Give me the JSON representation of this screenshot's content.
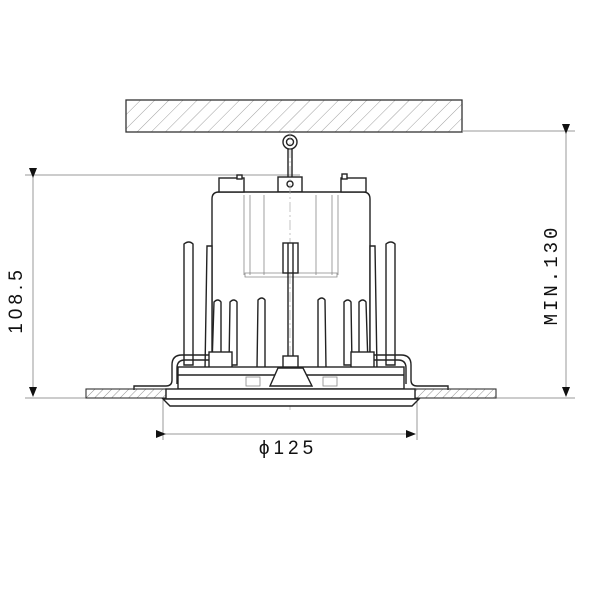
{
  "drawing": {
    "title": "Recessed downlight installation section",
    "colors": {
      "line": "#222222",
      "dimension": "#9a9a9a",
      "background": "#ffffff"
    },
    "dimensions": {
      "height": {
        "label": "108.5",
        "orientation": "vertical",
        "side": "left"
      },
      "clearance": {
        "label": "MIN.130",
        "orientation": "vertical",
        "side": "right"
      },
      "diameter": {
        "label": "ϕ125",
        "orientation": "horizontal",
        "side": "bottom"
      }
    },
    "parts": [
      {
        "name": "ceiling-slab",
        "hatched": true
      },
      {
        "name": "suspension-hook"
      },
      {
        "name": "driver-housing"
      },
      {
        "name": "heat-sink-fins"
      },
      {
        "name": "spring-clips"
      },
      {
        "name": "ceiling-board",
        "hatched": true
      },
      {
        "name": "trim-bezel"
      }
    ]
  }
}
